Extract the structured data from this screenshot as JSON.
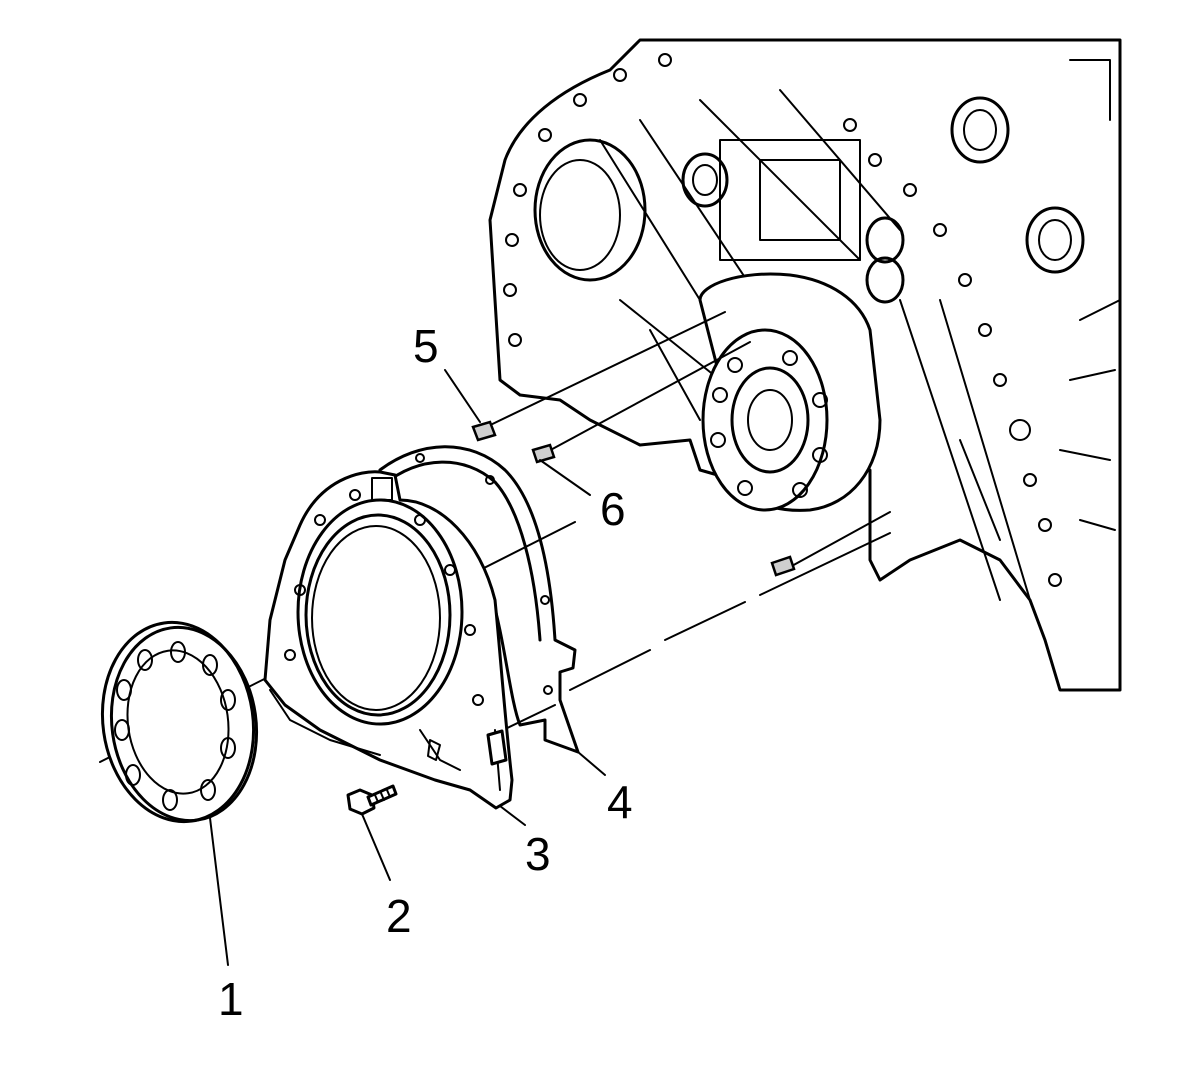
{
  "figure": {
    "callouts": [
      {
        "id": "1",
        "text": "1"
      },
      {
        "id": "2",
        "text": "2"
      },
      {
        "id": "3",
        "text": "3"
      },
      {
        "id": "4",
        "text": "4"
      },
      {
        "id": "5",
        "text": "5"
      },
      {
        "id": "6",
        "text": "6"
      }
    ],
    "colors": {
      "line": "#000000",
      "background": "#ffffff",
      "shade": "#cfcfcf"
    }
  }
}
